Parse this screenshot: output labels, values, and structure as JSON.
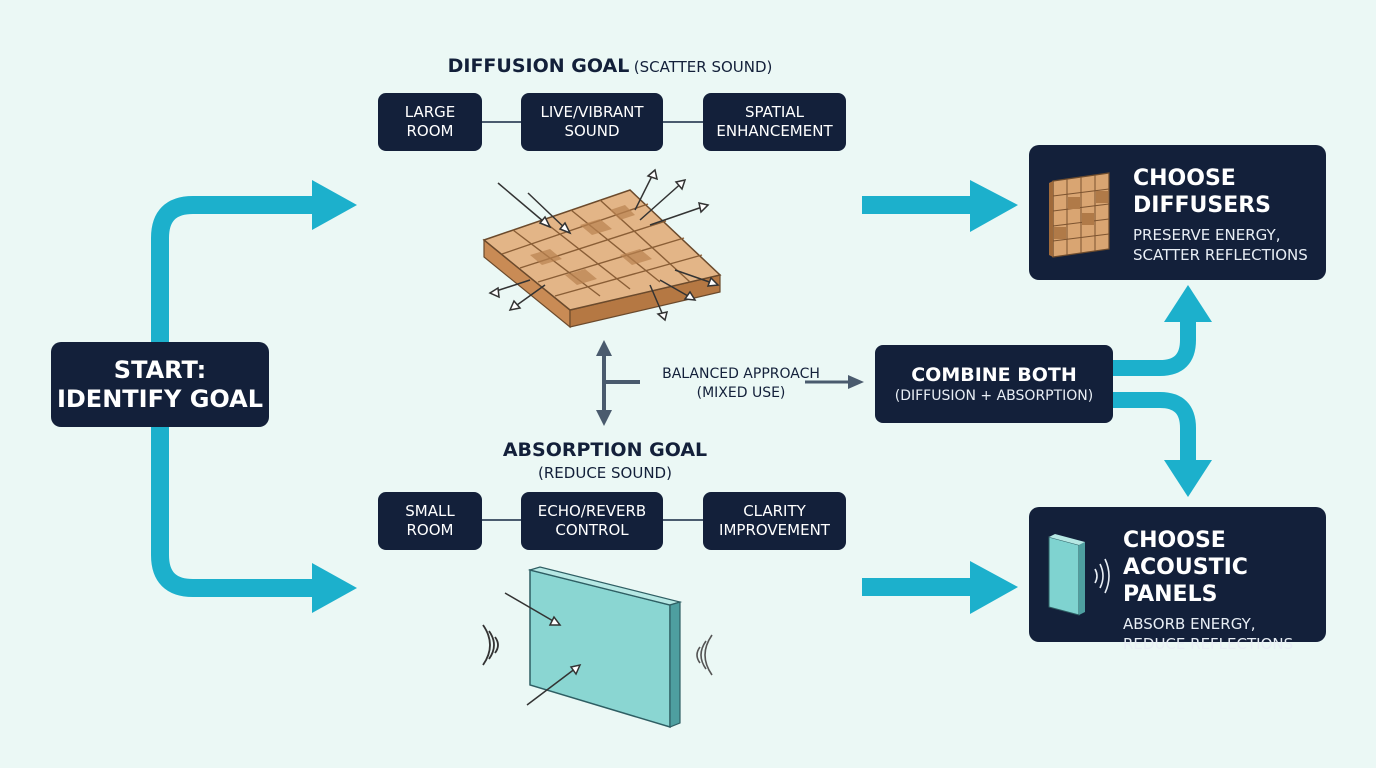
{
  "start": {
    "line1": "START:",
    "line2": "IDENTIFY GOAL"
  },
  "diffusion": {
    "title": "DIFFUSION GOAL",
    "subtitle": "(SCATTER SOUND)",
    "factors": [
      {
        "line1": "LARGE",
        "line2": "ROOM"
      },
      {
        "line1": "LIVE/VIBRANT",
        "line2": "SOUND"
      },
      {
        "line1": "SPATIAL",
        "line2": "ENHANCEMENT"
      }
    ]
  },
  "absorption": {
    "title": "ABSORPTION GOAL",
    "subtitle": "(REDUCE SOUND)",
    "factors": [
      {
        "line1": "SMALL",
        "line2": "ROOM"
      },
      {
        "line1": "ECHO/REVERB",
        "line2": "CONTROL"
      },
      {
        "line1": "CLARITY",
        "line2": "IMPROVEMENT"
      }
    ]
  },
  "balanced": {
    "line1": "BALANCED APPROACH",
    "line2": "(MIXED USE)"
  },
  "combine": {
    "title": "COMBINE BOTH",
    "subtitle": "(DIFFUSION + ABSORPTION)"
  },
  "diffusers": {
    "title1": "CHOOSE",
    "title2": "DIFFUSERS",
    "desc1": "PRESERVE ENERGY,",
    "desc2": "SCATTER REFLECTIONS"
  },
  "panels": {
    "title1": "CHOOSE",
    "title2": "ACOUSTIC PANELS",
    "desc1": "ABSORB ENERGY,",
    "desc2": "REDUCE REFLECTIONS"
  },
  "colors": {
    "navy": "#13203a",
    "cyan": "#1cb0cc",
    "background": "#ebf8f5",
    "wood": "#d9a572",
    "panel": "#7fd3d0"
  },
  "icons": [
    "diffuser-illustration",
    "acoustic-panel-illustration",
    "sound-wave-icon"
  ]
}
